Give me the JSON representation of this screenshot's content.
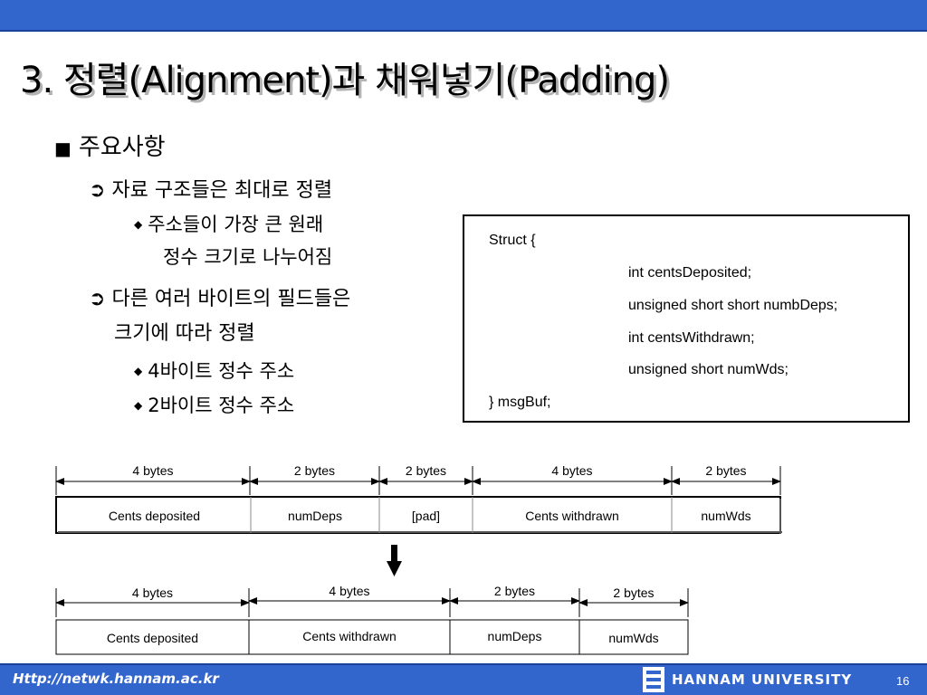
{
  "title": "3. 정렬(Alignment)과 채워넣기(Padding)",
  "bullets": {
    "main": "주요사항",
    "square_glyph": "■",
    "arrow_glyph": "➲",
    "diamond_glyph": "◆",
    "sub1": "자료 구조들은 최대로 정렬",
    "sub1_item_line1": "주소들이 가장 큰 원래",
    "sub1_item_line2": "정수 크기로 나누어짐",
    "sub2_line1": "다른 여러 바이트의 필드들은",
    "sub2_line2": "크기에 따라 정렬",
    "sub2_item1": "4바이트 정수 주소",
    "sub2_item2": "2바이트 정수 주소"
  },
  "code": {
    "open": "Struct {",
    "l1": "int centsDeposited;",
    "l2": "unsigned short short numbDeps;",
    "l3": "int centsWithdrawn;",
    "l4": "unsigned short numWds;",
    "close": "} msgBuf;"
  },
  "diagram1": {
    "sizes": [
      "4 bytes",
      "2 bytes",
      "2 bytes",
      "4 bytes",
      "2 bytes"
    ],
    "fields": [
      "Cents deposited",
      "numDeps",
      "[pad]",
      "Cents withdrawn",
      "numWds"
    ]
  },
  "diagram2": {
    "sizes": [
      "4 bytes",
      "4 bytes",
      "2 bytes",
      "2 bytes"
    ],
    "fields": [
      "Cents deposited",
      "Cents withdrawn",
      "numDeps",
      "numWds"
    ]
  },
  "footer": {
    "url": "Http://netwk.hannam.ac.kr",
    "university": "HANNAM  UNIVERSITY",
    "page": "16"
  },
  "colors": {
    "bar": "#3366cc"
  },
  "icons": {
    "logo": "hannam-logo-icon",
    "down_arrow": "down-arrow-icon"
  }
}
